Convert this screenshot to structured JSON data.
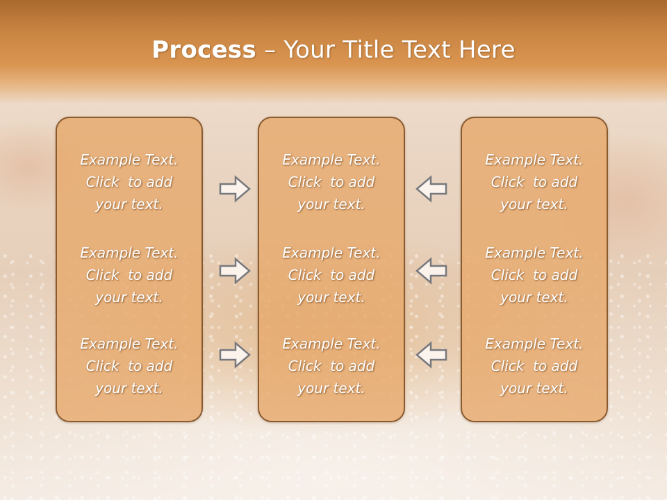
{
  "slide": {
    "title_bold": "Process",
    "title_rest": " – Your Title Text Here"
  },
  "columns": [
    {
      "blocks": [
        {
          "line1": "Example Text.",
          "line2": "Click  to add",
          "line3": "your text."
        },
        {
          "line1": "Example Text.",
          "line2": "Click  to add",
          "line3": "your text."
        },
        {
          "line1": "Example Text.",
          "line2": "Click  to add",
          "line3": "your text."
        }
      ]
    },
    {
      "blocks": [
        {
          "line1": "Example Text.",
          "line2": "Click  to add",
          "line3": "your text."
        },
        {
          "line1": "Example Text.",
          "line2": "Click  to add",
          "line3": "your text."
        },
        {
          "line1": "Example Text.",
          "line2": "Click  to add",
          "line3": "your text."
        }
      ]
    },
    {
      "blocks": [
        {
          "line1": "Example Text.",
          "line2": "Click  to add",
          "line3": "your text."
        },
        {
          "line1": "Example Text.",
          "line2": "Click  to add",
          "line3": "your text."
        },
        {
          "line1": "Example Text.",
          "line2": "Click  to add",
          "line3": "your text."
        }
      ]
    }
  ],
  "arrows": {
    "left_column": [
      "right-arrow-icon",
      "right-arrow-icon",
      "right-arrow-icon"
    ],
    "right_column": [
      "left-arrow-icon",
      "left-arrow-icon",
      "left-arrow-icon"
    ]
  },
  "colors": {
    "header": "#c98442",
    "card_fill": "#e6aa6e",
    "card_border": "#8a5a2f",
    "text": "#ffffff"
  }
}
